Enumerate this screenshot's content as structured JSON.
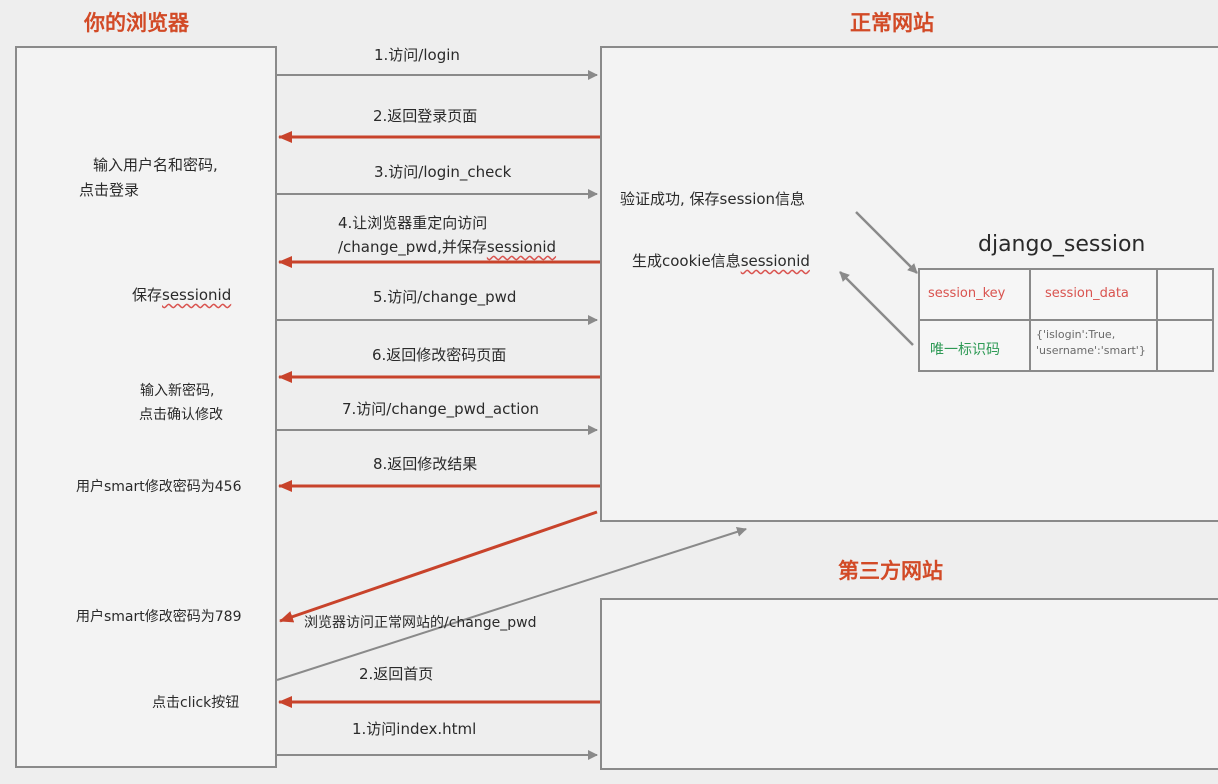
{
  "titles": {
    "browser": "你的浏览器",
    "normal_site": "正常网站",
    "third_site": "第三方网站"
  },
  "browser_notes": {
    "input_user_line1": "输入用户名和密码,",
    "input_user_line2": "点击登录",
    "save_sessionid_prefix": "保存",
    "save_sessionid_word": "sessionid",
    "input_new_pwd_line1": "输入新密码,",
    "input_new_pwd_line2": "点击确认修改",
    "result_456": "用户smart修改密码为456",
    "result_789": "用户smart修改密码为789",
    "click_button": "点击click按钮"
  },
  "site_notes": {
    "verify_success": "验证成功, 保存session信息",
    "gen_cookie_prefix": "生成cookie信息",
    "gen_cookie_word": "sessionid"
  },
  "django_table": {
    "title": "django_session",
    "header": {
      "col1": "session_key",
      "col2": "session_data"
    },
    "row": {
      "col1": "唯一标识码",
      "col2_line1": "{'islogin':True,",
      "col2_line2": "'username':'smart'}"
    }
  },
  "steps": {
    "s1": "1.访问/login",
    "s2": "2.返回登录页面",
    "s3": "3.访问/login_check",
    "s4_line1": "4.让浏览器重定向访问",
    "s4_line2_prefix": "/change_pwd,并保存",
    "s4_line2_word": "sessionid",
    "s5": "5.访问/change_pwd",
    "s6": "6.返回修改密码页面",
    "s7": "7.访问/change_pwd_action",
    "s8": "8.返回修改结果",
    "cross": "浏览器访问正常网站的/change_pwd",
    "t2": "2.返回首页",
    "t1": "1.访问index.html"
  },
  "colors": {
    "request_arrow": "#8a8a8a",
    "response_arrow": "#c8432b",
    "title": "#d24a26"
  }
}
